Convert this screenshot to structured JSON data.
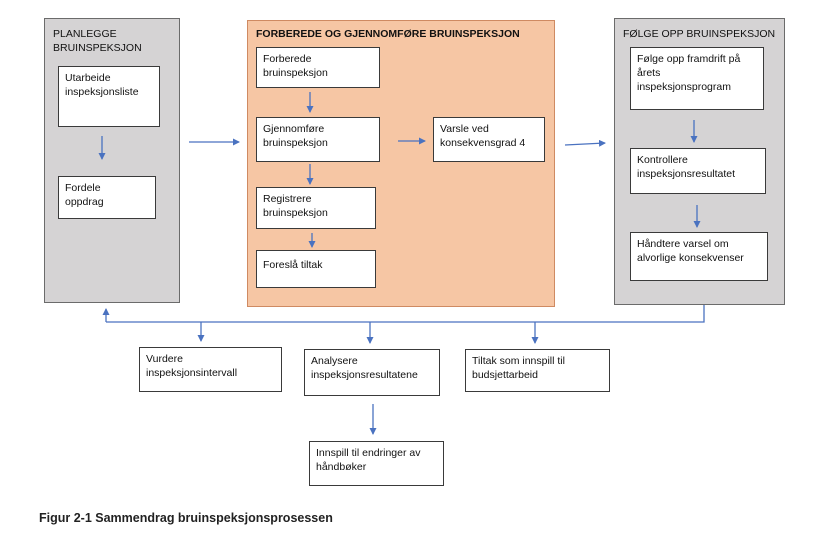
{
  "panels": {
    "plan": {
      "title": "PLANLEGGE\nBRUINSPEKSJON",
      "boxes": [
        "Utarbeide\ninspeksjonsliste",
        "Fordele\noppdrag"
      ]
    },
    "execute": {
      "title": "FORBEREDE OG GJENNOMFØRE BRUINSPEKSJON",
      "boxes": [
        "Forberede\nbruinspeksjon",
        "Gjennomføre\nbruinspeksjon",
        "Registrere\nbruinspeksjon",
        "Foreslå tiltak"
      ],
      "side_box": "Varsle ved\nkonsekvensgrad 4"
    },
    "follow": {
      "title": "FØLGE OPP BRUINSPEKSJON",
      "boxes": [
        "Følge opp framdrift på\nårets\ninspeksjonsprogram",
        "Kontrollere\ninspeksjonsresultatet",
        "Håndtere varsel om\nalvorlige konsekvenser"
      ]
    }
  },
  "outputs": [
    "Vurdere\ninspeksjonsintervall",
    "Analysere\ninspeksjonsresultatene",
    "Tiltak som innspill til\nbudsjettarbeid"
  ],
  "followup_output": "Innspill til endringer av\nhåndbøker",
  "caption": "Figur 2-1 Sammendrag bruinspeksjonsprosessen",
  "colors": {
    "arrow": "#4a72c0",
    "panel_gray": "#d5d3d4",
    "panel_orange": "#f6c6a4"
  }
}
